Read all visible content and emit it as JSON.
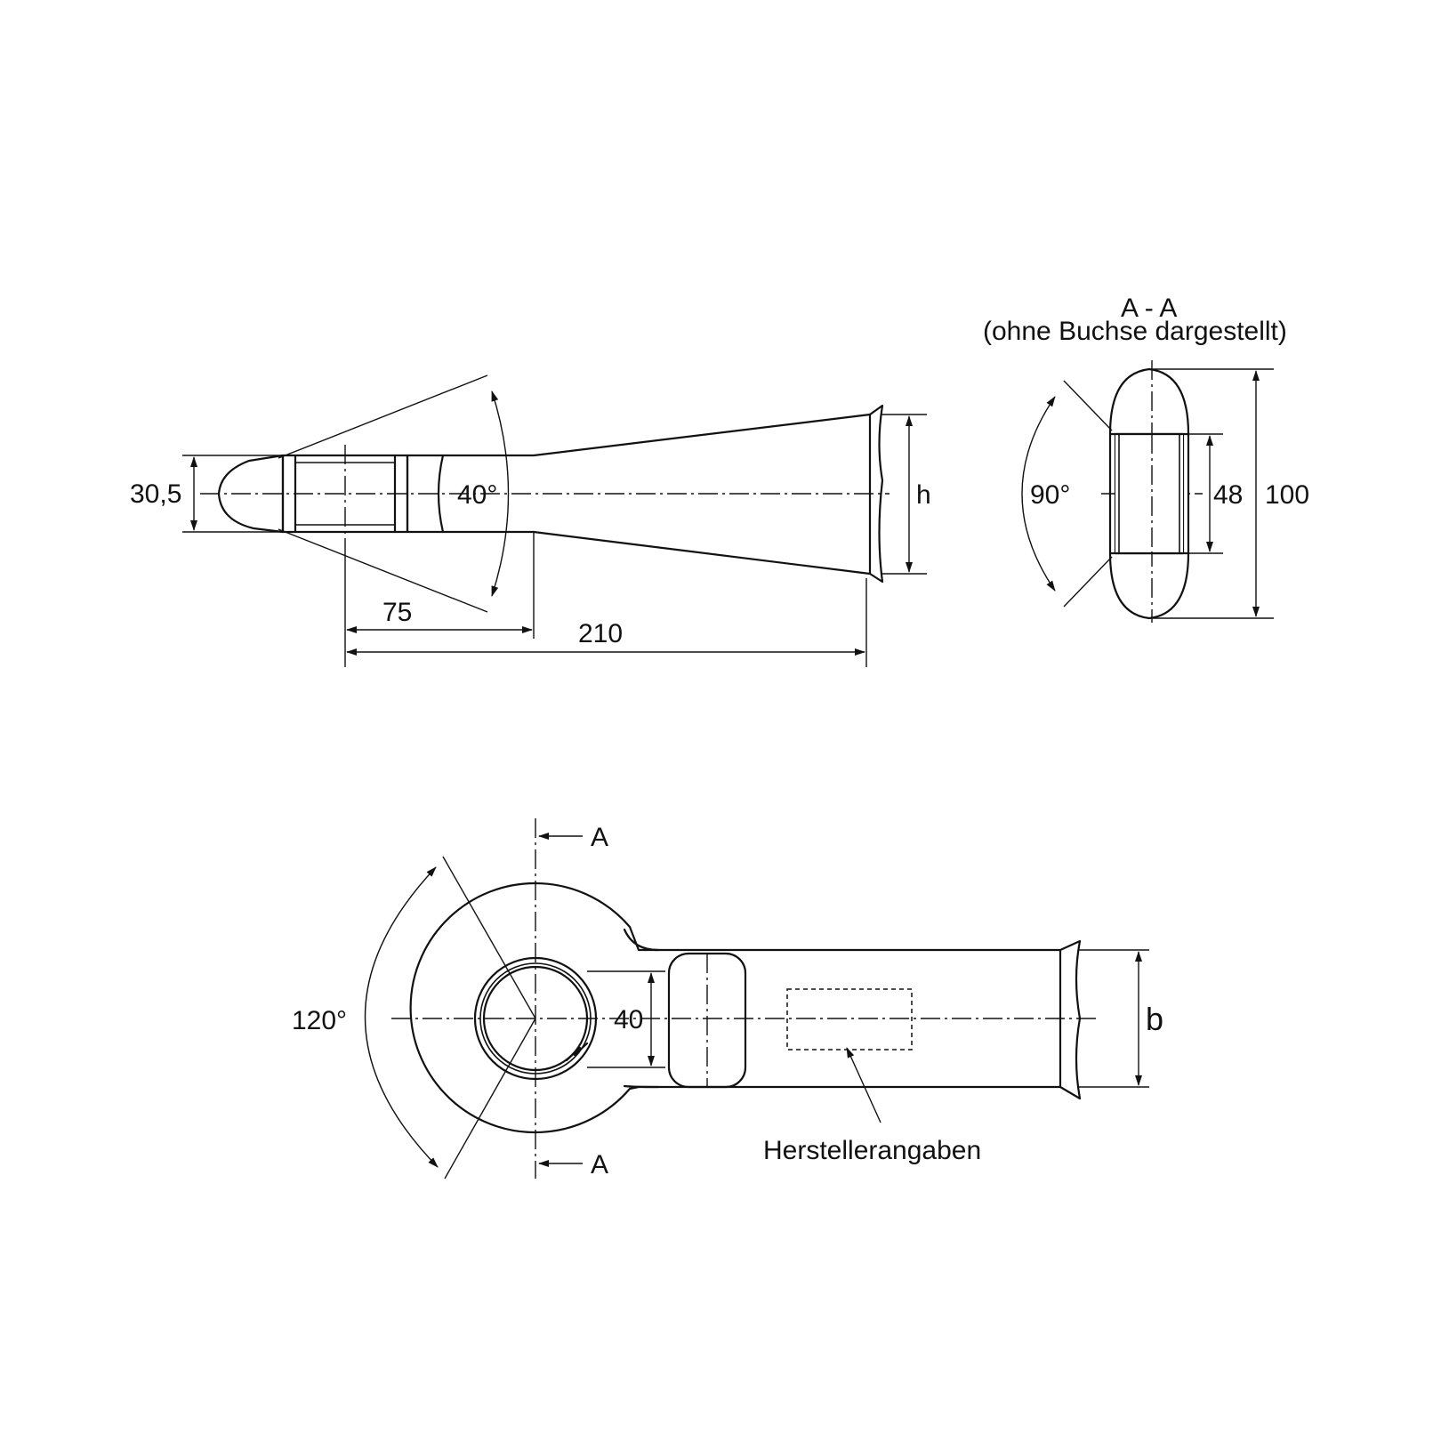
{
  "side_view": {
    "dim_left_height": "30,5",
    "angle_tip": "40°",
    "dim_h": "h",
    "dim_75": "75",
    "dim_210": "210"
  },
  "section_view": {
    "title": "A - A",
    "subtitle": "(ohne Buchse dargestellt)",
    "angle": "90°",
    "dim_inner": "48",
    "dim_outer": "100"
  },
  "top_view": {
    "section_mark_top": "A",
    "section_mark_bottom": "A",
    "angle": "120°",
    "dim_bore": "40",
    "dim_b": "b",
    "manufacturer_note": "Herstellerangaben"
  }
}
